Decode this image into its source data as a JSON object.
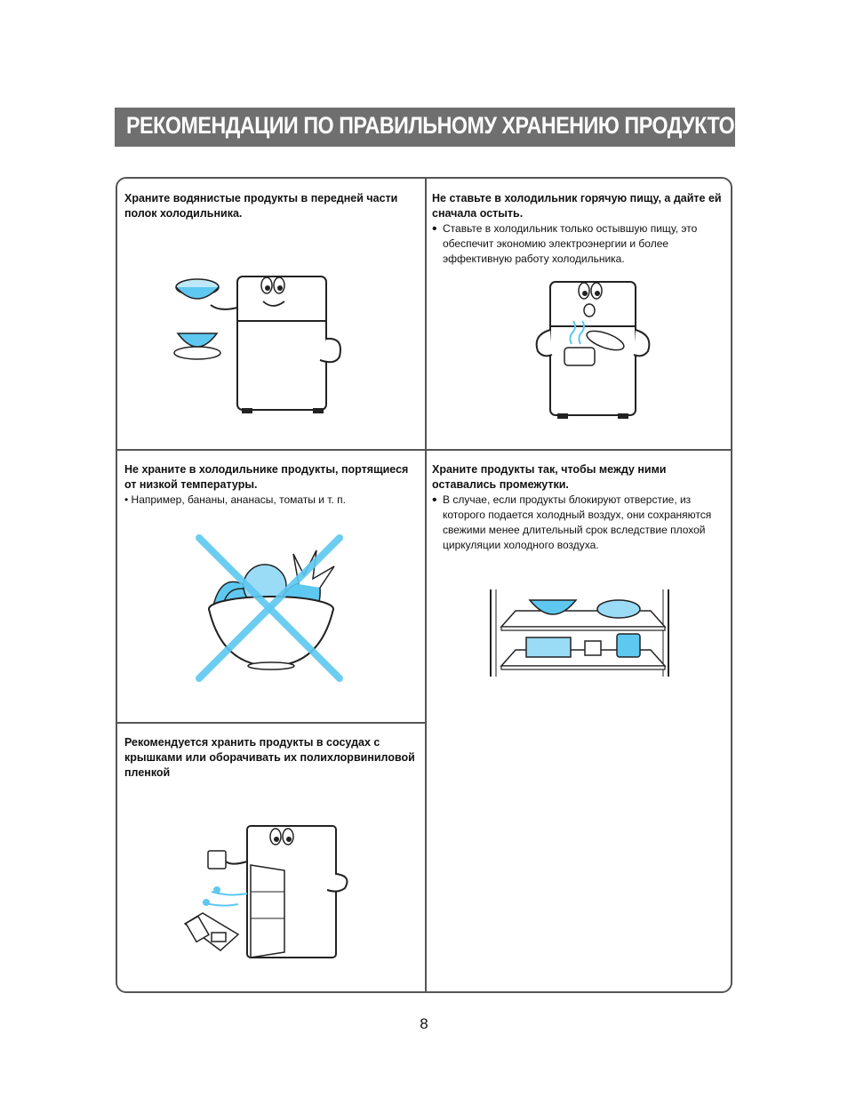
{
  "page": {
    "title": "РЕКОМЕНДАЦИИ ПО ПРАВИЛЬНОМУ ХРАНЕНИЮ ПРОДУКТОВ",
    "page_number": "8"
  },
  "cells": {
    "watery": {
      "heading": "Храните водянистые продукты в передней части полок холодильника."
    },
    "hot_food": {
      "heading": "Не ставьте в холодильник горячую пищу, а дайте ей сначала остыть.",
      "bullet": "Ставьте в холодильник только остывшую пищу, это обеспечит экономию электроэнергии и более эффективную работу холодильника."
    },
    "cold_sensitive": {
      "heading": "Не храните в холодильнике продукты, портящиеся от низкой температуры.",
      "bullet": "• Например, бананы, ананасы, томаты и т. п."
    },
    "spacing": {
      "heading": "Храните продукты так, чтобы между ними оставались промежутки.",
      "bullet": "В случае, если продукты блокируют отверстие, из которого подается  холодный воздух, они сохраняются свежими менее длительный срок вследствие плохой циркуляции холодного воздуха."
    },
    "wrap": {
      "heading": "Рекомендуется хранить продукты в сосудах с крышками или оборачивать их полихлорвиниловой пленкой"
    }
  },
  "colors": {
    "title_bg": "#6f6f6f",
    "accent_blue": "#5ec8f0",
    "line": "#555555"
  }
}
